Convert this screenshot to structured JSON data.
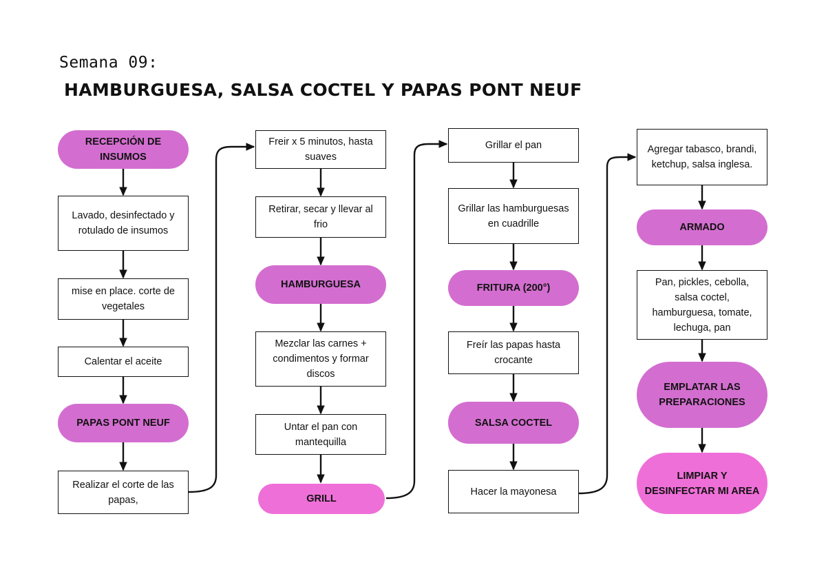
{
  "header": {
    "subtitle": "Semana 09:",
    "title": "HAMBURGUESA, SALSA COCTEL Y PAPAS PONT NEUF"
  },
  "colors": {
    "pill": "#d36ed0",
    "pill_bright": "#ef6fd8",
    "stroke": "#111111"
  },
  "columns": [
    {
      "nodes": [
        {
          "label": "RECEPCIÓN DE INSUMOS",
          "shape": "pill"
        },
        {
          "label": "Lavado, desinfectado y rotulado de insumos",
          "shape": "box"
        },
        {
          "label": "mise en place. corte de vegetales",
          "shape": "box"
        },
        {
          "label": "Calentar el aceite",
          "shape": "box"
        },
        {
          "label": "PAPAS PONT NEUF",
          "shape": "pill"
        },
        {
          "label": "Realizar el corte de las papas,",
          "shape": "box"
        }
      ]
    },
    {
      "nodes": [
        {
          "label": "Freir x 5 minutos, hasta suaves",
          "shape": "box"
        },
        {
          "label": "Retirar, secar y llevar al frio",
          "shape": "box"
        },
        {
          "label": "HAMBURGUESA",
          "shape": "pill"
        },
        {
          "label": "Mezclar las carnes + condimentos y formar discos",
          "shape": "box"
        },
        {
          "label": "Untar el pan con mantequilla",
          "shape": "box"
        },
        {
          "label": "GRILL",
          "shape": "pill-bright"
        }
      ]
    },
    {
      "nodes": [
        {
          "label": "Grillar el pan",
          "shape": "box"
        },
        {
          "label": "Grillar las hamburguesas en cuadrille",
          "shape": "box"
        },
        {
          "label": "FRITURA (200°)",
          "shape": "pill"
        },
        {
          "label": "Freír las papas hasta crocante",
          "shape": "box"
        },
        {
          "label": "SALSA COCTEL",
          "shape": "pill"
        },
        {
          "label": "Hacer la mayonesa",
          "shape": "box"
        }
      ]
    },
    {
      "nodes": [
        {
          "label": "Agregar tabasco, brandi, ketchup, salsa inglesa.",
          "shape": "box"
        },
        {
          "label": "ARMADO",
          "shape": "pill"
        },
        {
          "label": "Pan, pickles, cebolla, salsa coctel, hamburguesa, tomate, lechuga, pan",
          "shape": "box"
        },
        {
          "label": "EMPLATAR LAS PREPARACIONES",
          "shape": "pill"
        },
        {
          "label": "LIMPIAR Y DESINFECTAR MI AREA",
          "shape": "pill-bright"
        }
      ]
    }
  ]
}
